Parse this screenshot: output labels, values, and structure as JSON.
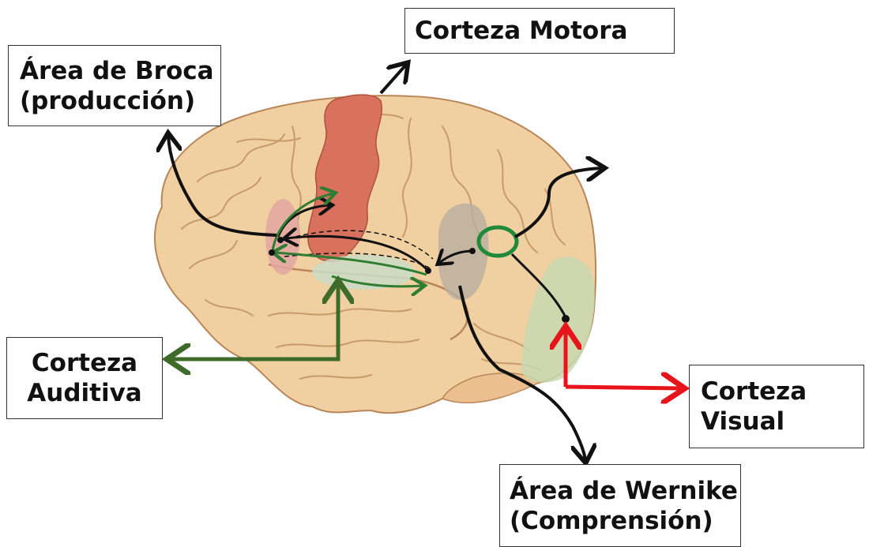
{
  "labels": {
    "motor": [
      "Corteza Motora"
    ],
    "broca": [
      "Área de Broca",
      "(producción)"
    ],
    "auditiva": [
      "Corteza",
      "Auditiva"
    ],
    "visual": [
      "Corteza",
      "Visual"
    ],
    "wernike": [
      "Área de Wernike",
      "(Comprensión)"
    ]
  },
  "colors": {
    "brain_fill": "#F0CFA0",
    "brain_fold": "#C99A6A",
    "motor_cortex": "#D9715F",
    "broca_area": "#E3A7A2",
    "wernike_area": "#B8AEA0",
    "auditory_area": "#C9DCC7",
    "visual_area": "#C8D8B0",
    "black_arrow": "#111111",
    "green_arrow": "#2E7D32",
    "dark_green_arrow": "#3F6B2A",
    "red_arrow": "#E8141B"
  },
  "icons": [
    "brain-illustration",
    "angular-gyrus-circle-icon"
  ]
}
